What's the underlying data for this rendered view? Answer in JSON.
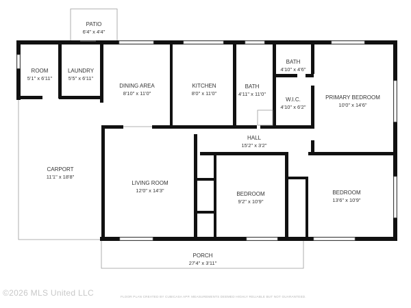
{
  "rooms": {
    "patio": {
      "name": "PATIO",
      "dims": "6'4\" x 4'4\""
    },
    "room": {
      "name": "ROOM",
      "dims": "5'1\" x 6'11\""
    },
    "laundry": {
      "name": "LAUNDRY",
      "dims": "5'5\" x 6'11\""
    },
    "dining": {
      "name": "DINING AREA",
      "dims": "8'10\" x 11'0\""
    },
    "kitchen": {
      "name": "KITCHEN",
      "dims": "8'0\" x 11'0\""
    },
    "bath1": {
      "name": "BATH",
      "dims": "4'11\" x 11'0\""
    },
    "bath2": {
      "name": "BATH",
      "dims": "4'10\" x 4'6\""
    },
    "wic": {
      "name": "W.I.C.",
      "dims": "4'10\" x 6'2\""
    },
    "primary": {
      "name": "PRIMARY BEDROOM",
      "dims": "10'0\" x 14'6\""
    },
    "hall": {
      "name": "HALL",
      "dims": "15'2\" x 3'2\""
    },
    "carport": {
      "name": "CARPORT",
      "dims": "11'1\" x 18'8\""
    },
    "living": {
      "name": "LIVING ROOM",
      "dims": "12'0\" x 14'3\""
    },
    "bedroom1": {
      "name": "BEDROOM",
      "dims": "9'2\" x 10'9\""
    },
    "bedroom2": {
      "name": "BEDROOM",
      "dims": "13'6\" x 10'9\""
    },
    "porch": {
      "name": "PORCH",
      "dims": "27'4\" x 3'11\""
    }
  },
  "footer": {
    "copyright": "©2026 MLS United LLC",
    "disclaimer": "FLOOR PLAN CREATED BY CUBICASA APP. MEASUREMENTS DEEMED HIGHLY RELIABLE BUT NOT GUARANTEED."
  }
}
